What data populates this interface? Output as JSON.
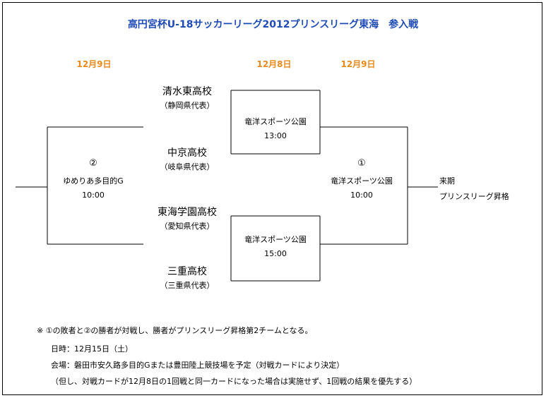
{
  "title": "高円宮杯U-18サッカーリーグ2012プリンスリーグ東海　参入戦",
  "dates": {
    "left": "12月9日",
    "middle": "12月8日",
    "right": "12月9日"
  },
  "teams": [
    {
      "name": "清水東高校",
      "pref": "（静岡県代表）"
    },
    {
      "name": "中京高校",
      "pref": "（岐阜県代表）"
    },
    {
      "name": "東海学園高校",
      "pref": "（愛知県代表）"
    },
    {
      "name": "三重高校",
      "pref": "（三重県代表）"
    }
  ],
  "matches": {
    "semi1": {
      "venue": "竜洋スポーツ公園",
      "time": "13:00"
    },
    "semi2": {
      "venue": "竜洋スポーツ公園",
      "time": "15:00"
    },
    "final1": {
      "mark": "①",
      "venue": "竜洋スポーツ公園",
      "time": "10:00"
    },
    "final2": {
      "mark": "②",
      "venue": "ゆめりあ多目的G",
      "time": "10:00"
    }
  },
  "result": {
    "line1": "来期",
    "line2": "プリンスリーグ昇格"
  },
  "notes": {
    "main": "※ ①の敗者と②の勝者が対戦し、勝者がプリンスリーグ昇格第2チームとなる。",
    "date": "日時：12月15日（土）",
    "venue": "会場：磐田市安久路多目的Gまたは豊田陸上競技場を予定（対戦カードにより決定）",
    "caveat": "（但し、対戦カードが12月8日の1回戦と同一カードになった場合は実施せず、1回戦の結果を優先する）"
  },
  "colors": {
    "title": "#1f4bb5",
    "date": "#e8891c",
    "line": "#000000"
  }
}
